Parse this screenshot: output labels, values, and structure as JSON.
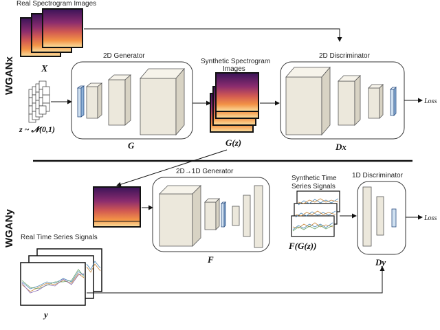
{
  "labels": {
    "real_spec": "Real Spectrogram Images",
    "x_sym": "X",
    "z_dist": "z ~ 𝓝(0,1)",
    "gen2d_title": "2D Generator",
    "gen2d_sym": "G",
    "synth_spec_line1": "Synthetic Spectrogram",
    "synth_spec_line2": "Images",
    "gz_sym": "G(z)",
    "disc2d_title": "2D Discriminator",
    "dx_sym": "Dx",
    "loss1": "Loss",
    "side_top": "WGANx",
    "side_bottom": "WGANy",
    "gen21_title": "2D→1D Generator",
    "f_sym": "F",
    "synth_ts_line1": "Synthetic Time",
    "synth_ts_line2": "Series Signals",
    "fgz_sym": "F(G(z))",
    "disc1d_title": "1D Discriminator",
    "dy_sym": "Dy",
    "loss2": "Loss",
    "real_ts": "Real Time Series Signals",
    "y_sym": "y"
  },
  "colors": {
    "box_front": "#ece8dc",
    "accent_blue": "#2a4d80",
    "spectrogram": [
      "#2b0f4c",
      "#7b2a6b",
      "#c2475a",
      "#f07a3a",
      "#f9d38a"
    ]
  }
}
